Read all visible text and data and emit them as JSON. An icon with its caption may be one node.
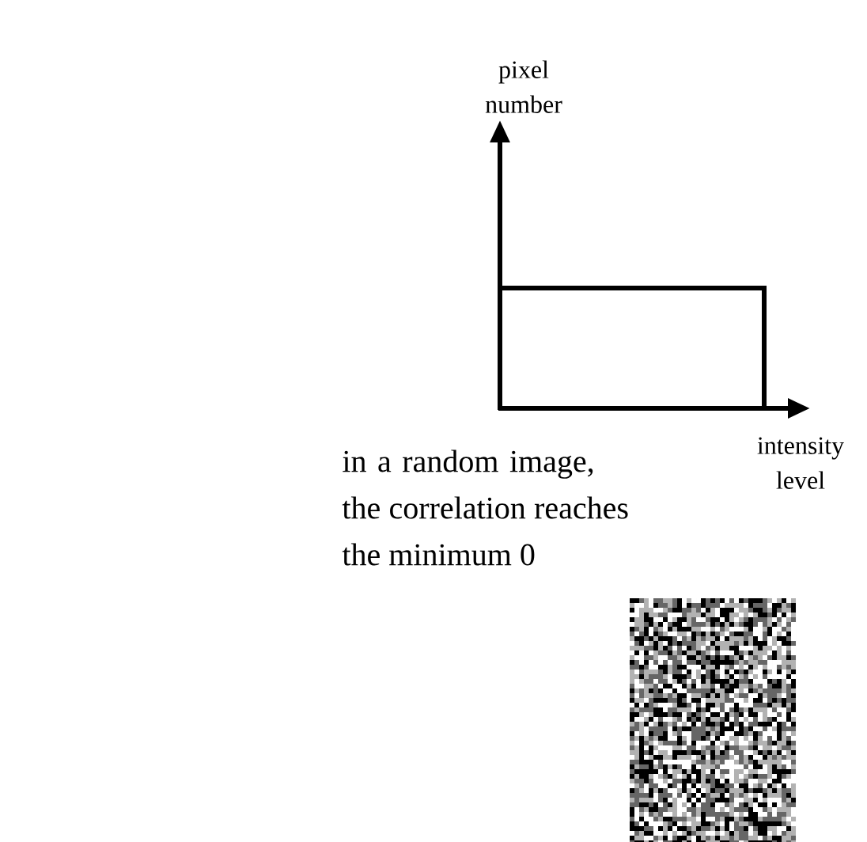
{
  "diagram": {
    "labels": [
      "pixel number",
      "intensity level",
      "in a random image, the correlation reaches the minimum 0"
    ]
  }
}
